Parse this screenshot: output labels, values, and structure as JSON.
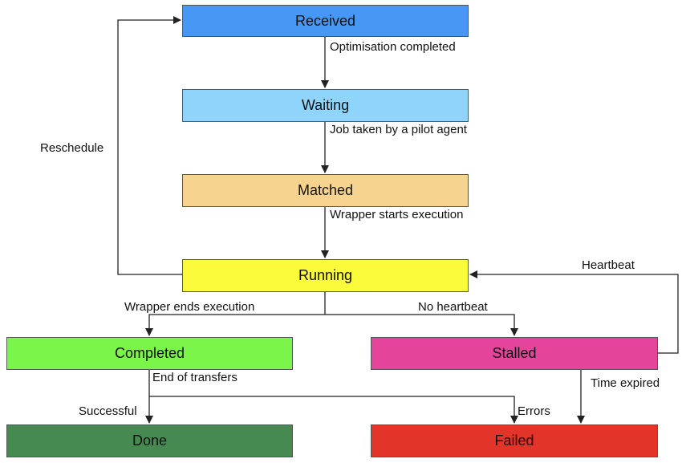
{
  "states": {
    "received": {
      "label": "Received",
      "color": "#4797f5"
    },
    "waiting": {
      "label": "Waiting",
      "color": "#8fd5fb"
    },
    "matched": {
      "label": "Matched",
      "color": "#f6d38e"
    },
    "running": {
      "label": "Running",
      "color": "#fbfb3c"
    },
    "completed": {
      "label": "Completed",
      "color": "#7cf54a"
    },
    "stalled": {
      "label": "Stalled",
      "color": "#e4449a"
    },
    "done": {
      "label": "Done",
      "color": "#468a52"
    },
    "failed": {
      "label": "Failed",
      "color": "#e23428"
    }
  },
  "transitions": {
    "received_waiting": "Optimisation completed",
    "waiting_matched": "Job taken by a pilot agent",
    "matched_running": "Wrapper starts execution",
    "running_received": "Reschedule",
    "stalled_running": "Heartbeat",
    "running_completed": "Wrapper ends execution",
    "running_stalled": "No heartbeat",
    "completed_transfers": "End of transfers",
    "stalled_failed": "Time expired",
    "to_done": "Successful",
    "to_failed": "Errors"
  }
}
